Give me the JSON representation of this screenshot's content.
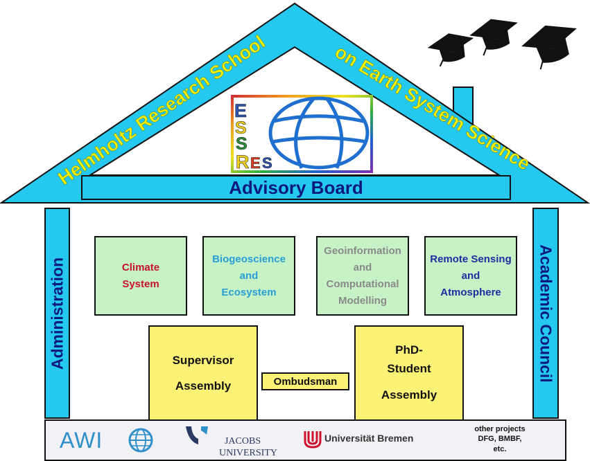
{
  "roof": {
    "title_left": "Helmholtz Research School",
    "title_right": "on Earth System Science",
    "advisory_board": "Advisory Board"
  },
  "logo": {
    "letters": [
      "E",
      "S",
      "S",
      "R",
      "E",
      "S"
    ]
  },
  "pillars": {
    "left": "Administration",
    "right": "Academic Council"
  },
  "themes": [
    {
      "lines": [
        "Climate",
        "System"
      ],
      "color": "#c8102e"
    },
    {
      "lines": [
        "Biogeoscience",
        "and",
        "Ecosystem"
      ],
      "color": "#2a9fd6"
    },
    {
      "lines": [
        "Geoinformation",
        "and",
        "Computational",
        "Modelling"
      ],
      "color": "#8a8a8a"
    },
    {
      "lines": [
        "Remote Sensing",
        "and",
        "Atmosphere"
      ],
      "color": "#1c2fa0"
    }
  ],
  "assemblies": {
    "supervisor": [
      "Supervisor",
      "Assembly"
    ],
    "ombudsman": "Ombudsman",
    "phd": [
      "PhD-",
      "Student",
      "Assembly"
    ]
  },
  "partners": {
    "awi": "AWI",
    "jacobs": [
      "JACOBS",
      "UNIVERSITY"
    ],
    "bremen": "Universität Bremen",
    "other": [
      "other projects",
      "DFG, BMBF,",
      "etc."
    ]
  },
  "colors": {
    "house_blue": "#25c8ef",
    "title_yellow": "#f2f000",
    "board_text": "#0c1a80",
    "theme_green": "#c6f2c6",
    "assembly_yellow": "#fbf276",
    "bremen_red": "#d0112b"
  }
}
